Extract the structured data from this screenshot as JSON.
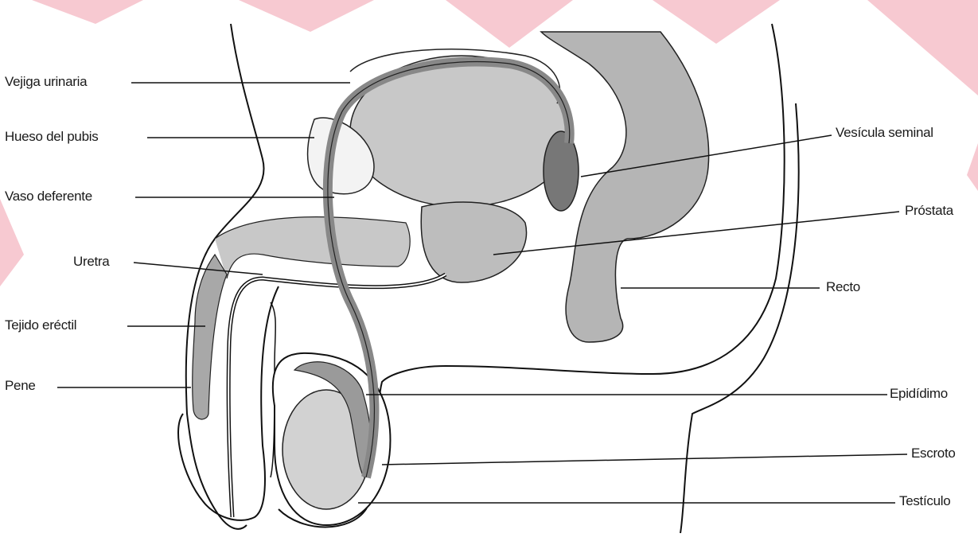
{
  "labels": {
    "vejiga": "Vejiga urinaria",
    "pubis": "Hueso del pubis",
    "vaso": "Vaso deferente",
    "uretra": "Uretra",
    "tejido": "Tejido eréctil",
    "pene": "Pene",
    "vesicula": "Vesícula seminal",
    "prostata": "Próstata",
    "recto": "Recto",
    "epididimo": "Epidídimo",
    "escroto": "Escroto",
    "testiculo": "Testículo"
  },
  "colors": {
    "accent": "#f7c9d1",
    "organ_fill": "#c8c8c8",
    "organ_dark": "#8a8a8a",
    "line": "#111111"
  }
}
